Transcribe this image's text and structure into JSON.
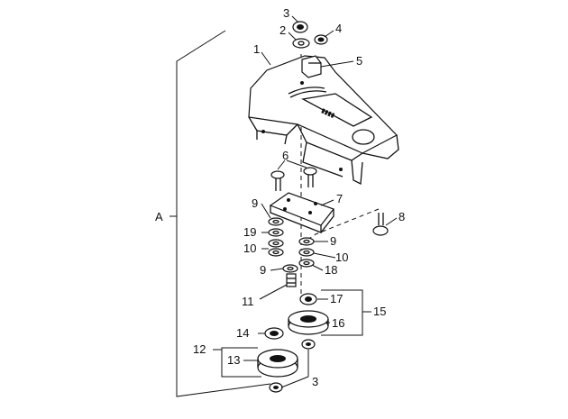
{
  "diagram": {
    "callouts": [
      {
        "id": "c3a",
        "text": "3"
      },
      {
        "id": "c2",
        "text": "2"
      },
      {
        "id": "c4",
        "text": "4"
      },
      {
        "id": "c1",
        "text": "1"
      },
      {
        "id": "c5",
        "text": "5"
      },
      {
        "id": "c6",
        "text": "6"
      },
      {
        "id": "c7",
        "text": "7"
      },
      {
        "id": "c8",
        "text": "8"
      },
      {
        "id": "c9a",
        "text": "9"
      },
      {
        "id": "c19",
        "text": "19"
      },
      {
        "id": "c10a",
        "text": "10"
      },
      {
        "id": "c9b",
        "text": "9"
      },
      {
        "id": "c10b",
        "text": "10"
      },
      {
        "id": "c9c",
        "text": "9"
      },
      {
        "id": "c18",
        "text": "18"
      },
      {
        "id": "c11",
        "text": "11"
      },
      {
        "id": "c17",
        "text": "17"
      },
      {
        "id": "c15",
        "text": "15"
      },
      {
        "id": "c16",
        "text": "16"
      },
      {
        "id": "c14",
        "text": "14"
      },
      {
        "id": "c12",
        "text": "12"
      },
      {
        "id": "c13",
        "text": "13"
      },
      {
        "id": "c3b",
        "text": "3"
      },
      {
        "id": "cA",
        "text": "A"
      }
    ]
  }
}
